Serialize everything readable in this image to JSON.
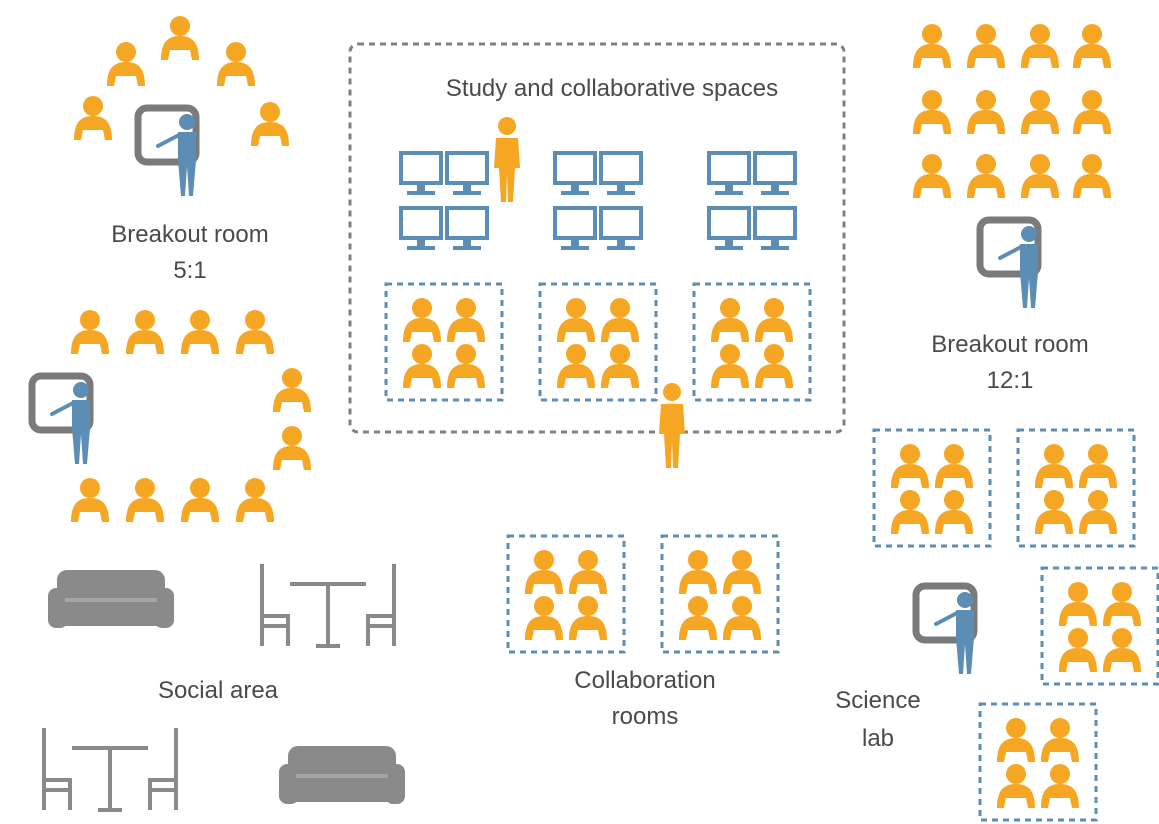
{
  "colors": {
    "student": "#f5a623",
    "teacher": "#5b8db5",
    "computer": "#5b8db5",
    "furniture": "#8a8a8a",
    "whiteboard": "#7a7a7a",
    "dashed_border": "#5b8db5",
    "study_border": "#808080",
    "text": "#4a4a4a"
  },
  "labels": {
    "breakout_small_title": "Breakout room",
    "breakout_small_ratio": "5:1",
    "study_title": "Study and collaborative spaces",
    "breakout_large_title": "Breakout room",
    "breakout_large_ratio": "12:1",
    "social_title": "Social area",
    "collab_line1": "Collaboration",
    "collab_line2": "rooms",
    "science_line1": "Science",
    "science_line2": "lab"
  },
  "icons": [
    "student-icon",
    "teacher-icon",
    "whiteboard-icon",
    "computer-icon",
    "sofa-icon",
    "table-chairs-icon"
  ]
}
